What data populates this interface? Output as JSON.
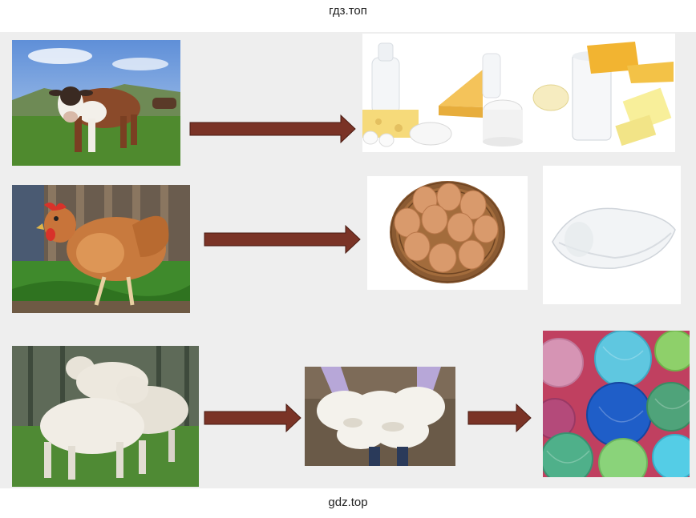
{
  "watermark_top": "гдз.топ",
  "watermark_bottom": "gdz.top",
  "rows": [
    {
      "source": "cow-photo",
      "products": [
        "dairy-products-photo"
      ]
    },
    {
      "source": "hen-photo",
      "products": [
        "eggs-in-basket-photo",
        "pillow-photo"
      ]
    },
    {
      "source": "sheep-photo",
      "intermediate": "raw-wool-photo",
      "products": [
        "yarn-balls-photo"
      ]
    }
  ],
  "colors": {
    "arrow": "#7a3326",
    "arrow_outline": "#4a1b12",
    "background": "#eeeeee"
  }
}
